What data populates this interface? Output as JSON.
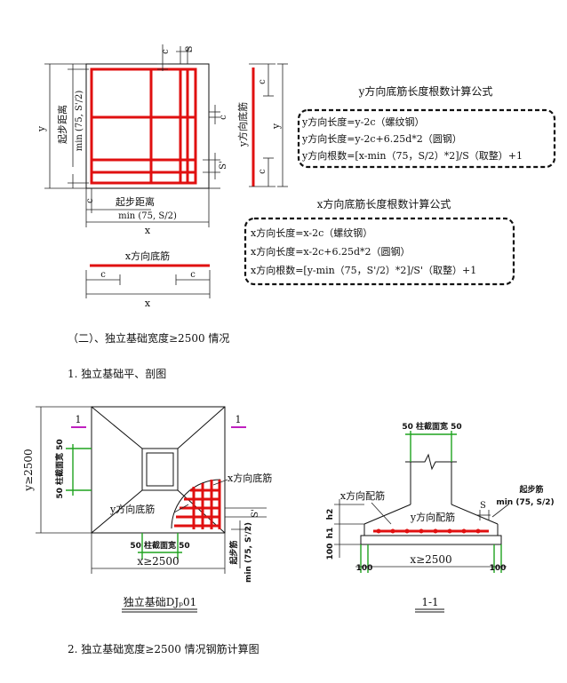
{
  "top": {
    "labels": {
      "y": "y",
      "x": "x",
      "c": "c",
      "s": "S",
      "s_prime": "S'",
      "start_v_1": "起步距离",
      "start_v_2": "min (75, S'/2)",
      "start_h_1": "起步距离",
      "start_h_2": "min (75, S/2)",
      "y_bar": "y方向底筋",
      "x_bar": "x方向底筋"
    },
    "y_formula": {
      "title": "y方向底筋长度根数计算公式",
      "lines": [
        "y方向长度=y-2c（螺纹钢）",
        "y方向长度=y-2c+6.25d*2（圆钢）",
        "y方向根数=[x-min（75，S/2）*2]/S（取整）+1"
      ]
    },
    "x_formula": {
      "title": "x方向底筋长度根数计算公式",
      "lines": [
        "x方向长度=x-2c（螺纹钢）",
        "x方向长度=x-2c+6.25d*2（圆钢）",
        "x方向根数=[y-min（75，S'/2）*2]/S'（取整）+1"
      ]
    }
  },
  "text": {
    "section": "（二）、独立基础宽度≥2500 情况",
    "item1": "1. 独立基础平、剖图",
    "item2": "2. 独立基础宽度≥2500 情况钢筋计算图"
  },
  "plan": {
    "y_dim": "y≥2500",
    "x_dim": "x≥2500",
    "col_side": "50 柱截面宽 50",
    "col_bottom": "50 柱截面宽 50",
    "x_bar": "x方向底筋",
    "y_bar": "y方向底筋",
    "s_prime": "S'",
    "start_1": "起步筋",
    "start_2": "min (75, S'/2)",
    "mark": "1",
    "caption": "独立基础DJₚ01"
  },
  "section": {
    "col_top": "50 柱截面宽 50",
    "x_bar": "x方向配筋",
    "y_bar": "y方向配筋",
    "s": "S",
    "start_1": "起步筋",
    "start_2": "min (75, S/2)",
    "h2": "h2",
    "h1": "h1",
    "h100": "100",
    "left100": "100",
    "right100": "100",
    "x_dim": "x≥2500",
    "caption": "1-1"
  }
}
